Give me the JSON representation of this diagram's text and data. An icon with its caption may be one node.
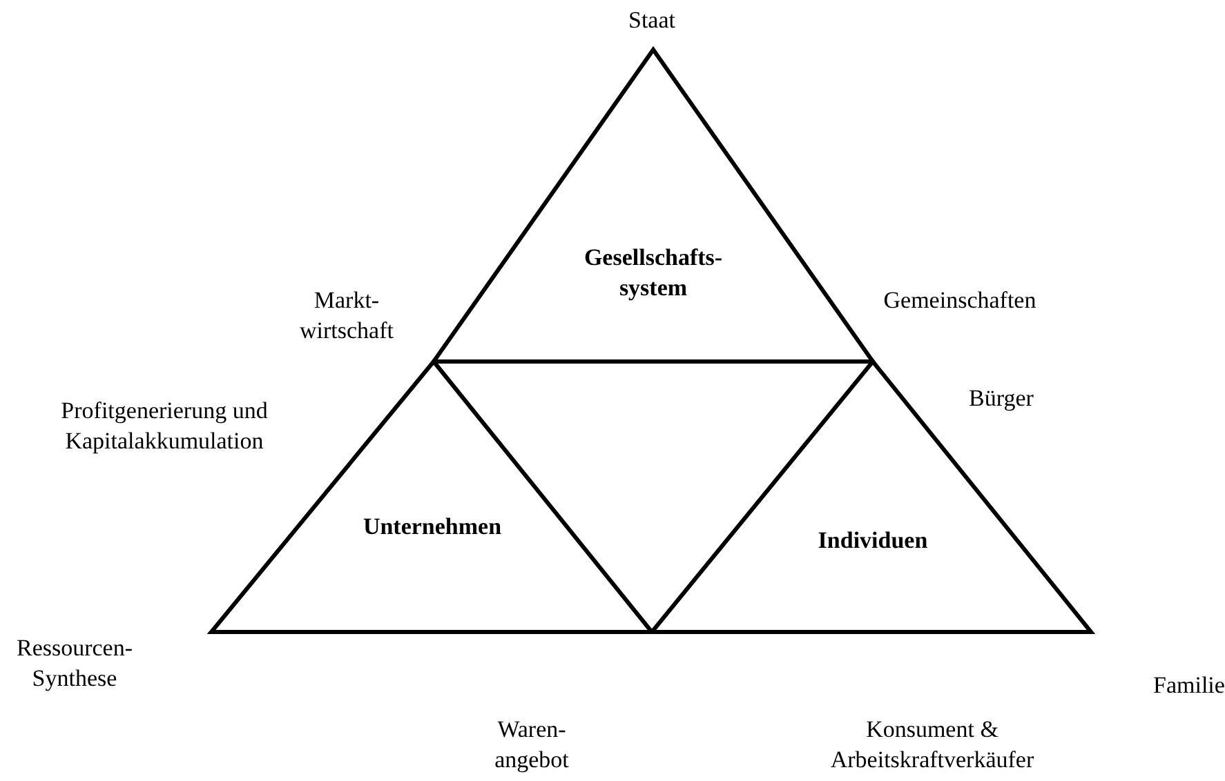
{
  "diagram": {
    "nodes": [
      {
        "text": [
          "Gesellschafts- system"
        ]
      },
      {
        "text": [
          "Unternehmen"
        ]
      },
      {
        "text": [
          "Individuen"
        ]
      }
    ],
    "edges": [],
    "labels": [
      "Staat",
      "Markt- wirtschaft",
      "Gemeinschaften",
      "Profitgenerierung und Kapitalakkumulation",
      "Bürger",
      "Ressourcen- Synthese",
      "Familie",
      "Waren- angebot",
      "Konsument & Arbeitskraftverkäufer"
    ]
  }
}
